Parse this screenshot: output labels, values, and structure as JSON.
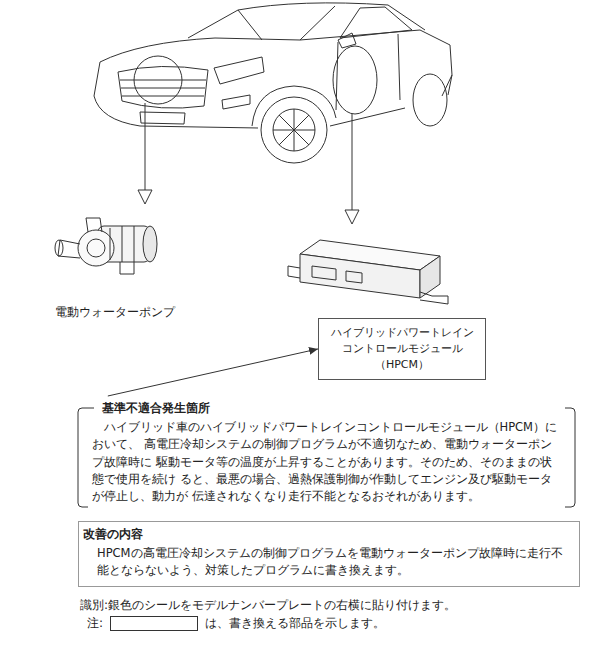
{
  "diagram": {
    "nodes": [
      {
        "text": [
          "ハイブリッドパワートレイン コントロールモジュール （HPCM）"
        ]
      },
      {
        "text": [
          "基準不適合発生箇所",
          "ハイブリッド車のハイブリッドパワートレインコントロールモジュール（HPCM）において、 高電圧冷却システムの制御プログラムが不適切なため、電動ウォーターポンプ故障時に 駆動モータ等の温度が上昇することがあります。そのため、そのままの状態で使用を続け ると、最悪の場合、過熱保護制御が作動してエンジン及び駆動モータが停止し、動力が 伝達されなくなり走行不能となるおそれがあります。"
        ]
      },
      {
        "text": [
          "改善の内容",
          "HPCMの高電圧冷却システムの制御プログラムを電動ウォーターポンプ故障時に走行不 能とならないよう、対策したプログラムに書き換えます。"
        ]
      }
    ],
    "edges": [
      {
        "from": 1,
        "to": 0,
        "arrow": "to"
      }
    ],
    "labels": [
      "電動ウォーターポンプ",
      "識別:銀色のシールをモデルナンバープレートの右横に貼り付けます。",
      "注:",
      "は、書き換える部品を示します。"
    ]
  }
}
